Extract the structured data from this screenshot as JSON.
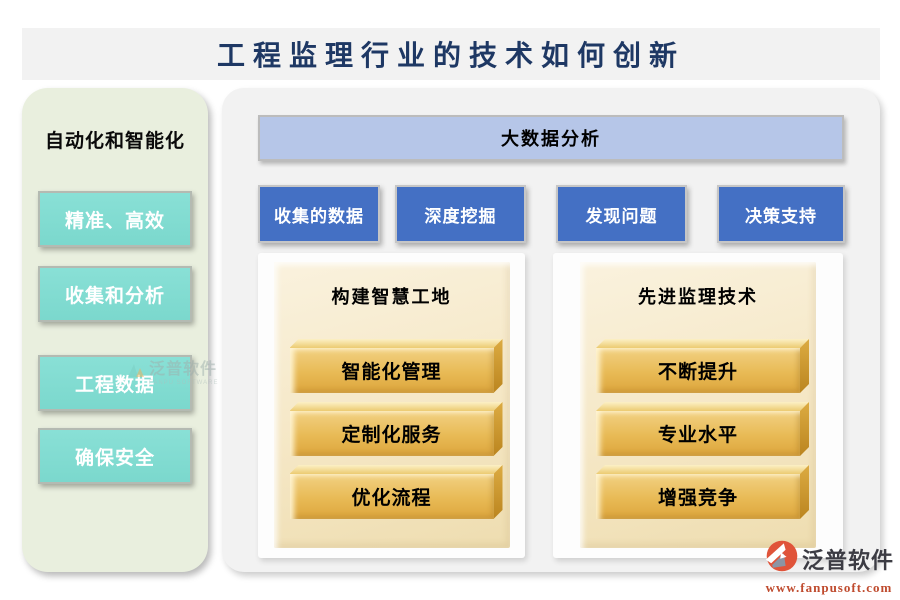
{
  "title": "工程监理行业的技术如何创新",
  "sidebar": {
    "header": "自动化和智能化",
    "items": [
      {
        "label": "精准、高效"
      },
      {
        "label": "收集和分析"
      },
      {
        "label": "工程数据"
      },
      {
        "label": "确保安全"
      }
    ]
  },
  "main": {
    "banner": "大数据分析",
    "process": [
      {
        "label": "收集的数据"
      },
      {
        "label": "深度挖掘"
      },
      {
        "label": "发现问题"
      },
      {
        "label": "决策支持"
      }
    ],
    "columns": [
      {
        "header": "构建智慧工地",
        "items": [
          {
            "label": "智能化管理"
          },
          {
            "label": "定制化服务"
          },
          {
            "label": "优化流程"
          }
        ]
      },
      {
        "header": "先进监理技术",
        "items": [
          {
            "label": "不断提升"
          },
          {
            "label": "专业水平"
          },
          {
            "label": "增强竞争"
          }
        ]
      }
    ]
  },
  "watermark": {
    "text": "泛普软件",
    "subtext": "FANPU SOFTWARE"
  },
  "footer": {
    "brand": "泛普软件",
    "url": "www.fanpusoft.com"
  },
  "colors": {
    "title_text": "#1e3864",
    "sidebar_bg": "#e9efde",
    "teal_button": "#7ed9ce",
    "banner_bg": "#b6c6e8",
    "blue_button": "#4470c4",
    "panel_bg": "#f2f2f2",
    "cream_panel": "#f5e7c5",
    "gold_button": "#e8ba55",
    "brand_red": "#bf4b2e"
  }
}
